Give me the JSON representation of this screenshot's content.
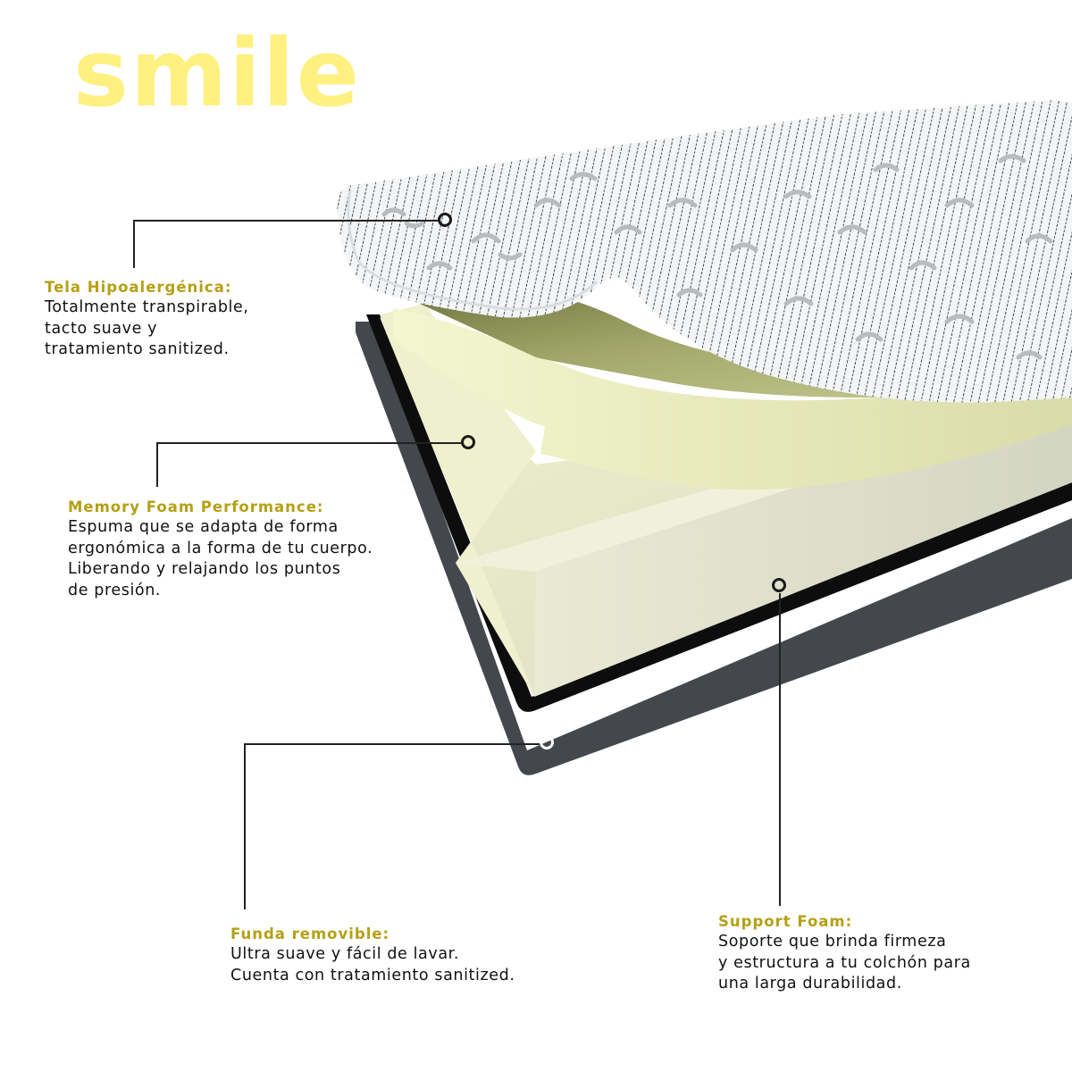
{
  "brand": {
    "name": "smile",
    "color": "#fff080"
  },
  "colors": {
    "label": "#b5a015",
    "text": "#111111",
    "callout_line": "#222222",
    "cover": "#f2f4f5",
    "cover_pattern": "#b9bcbf",
    "memory_foam": "#c9cf94",
    "memory_foam_light": "#eef0c8",
    "support_foam": "#e9ead6",
    "support_foam_side": "#d6d8c2",
    "separator": "#0d0d0d",
    "base": "#44484c"
  },
  "callouts": [
    {
      "id": "tela",
      "title": "Tela Hipoalergénica:",
      "lines": [
        "Totalmente transpirable,",
        "tacto suave y",
        "tratamiento sanitized."
      ]
    },
    {
      "id": "memory",
      "title": "Memory Foam Performance:",
      "lines": [
        "Espuma que se adapta de forma",
        "ergonómica a la forma de tu cuerpo.",
        "Liberando y relajando los puntos",
        "de presión."
      ]
    },
    {
      "id": "funda",
      "title": "Funda removible:",
      "lines": [
        "Ultra suave y fácil de lavar.",
        "Cuenta con tratamiento sanitized."
      ]
    },
    {
      "id": "support",
      "title": "Support Foam:",
      "lines": [
        "Soporte que brinda firmeza",
        "y estructura a tu colchón para",
        "una larga durabilidad."
      ]
    }
  ]
}
